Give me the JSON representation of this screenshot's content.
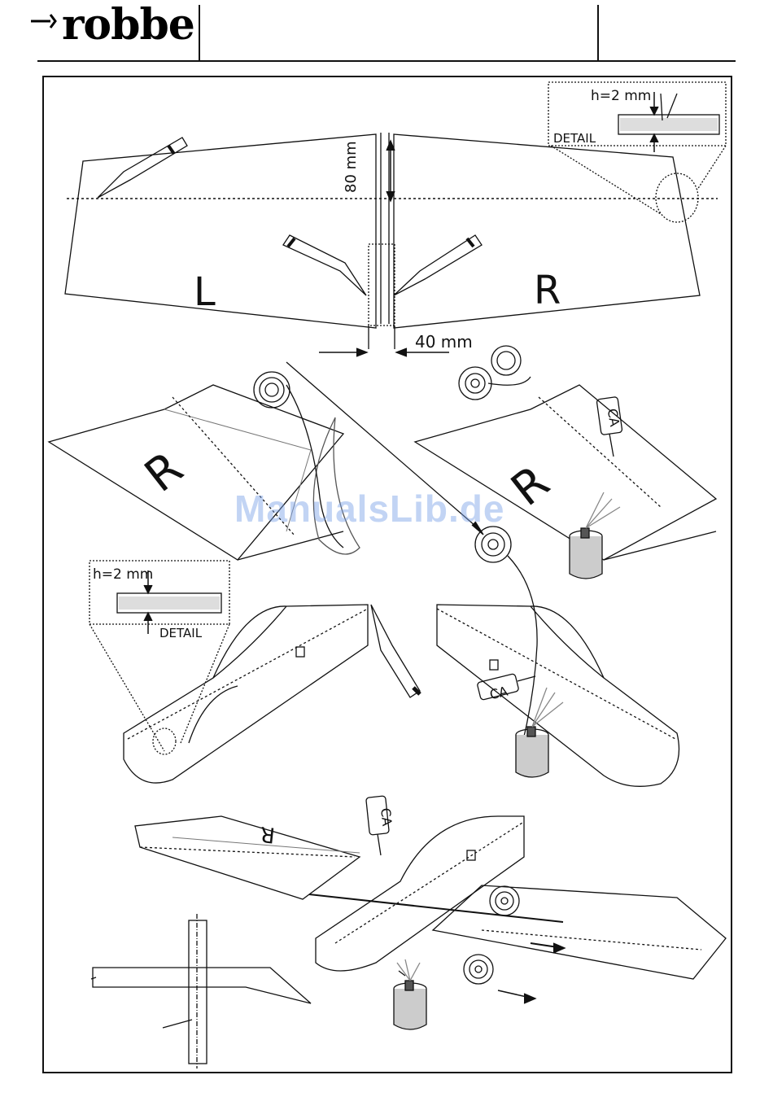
{
  "header": {
    "brand": "robbe"
  },
  "figure": {
    "dim_80": "80 mm",
    "dim_40": "40 mm",
    "label_left": "L",
    "label_right": "R",
    "detail_height_1": "h=2 mm",
    "detail_label_1": "DETAIL",
    "detail_height_2": "h=2 mm",
    "detail_label_2": "DETAIL",
    "ca_1": "CA",
    "ca_2": "CA",
    "ca_3": "CA",
    "wing_mark_1": "R",
    "wing_mark_2": "R",
    "wing_mark_3": "R"
  },
  "watermark": "ManualsLib.de"
}
